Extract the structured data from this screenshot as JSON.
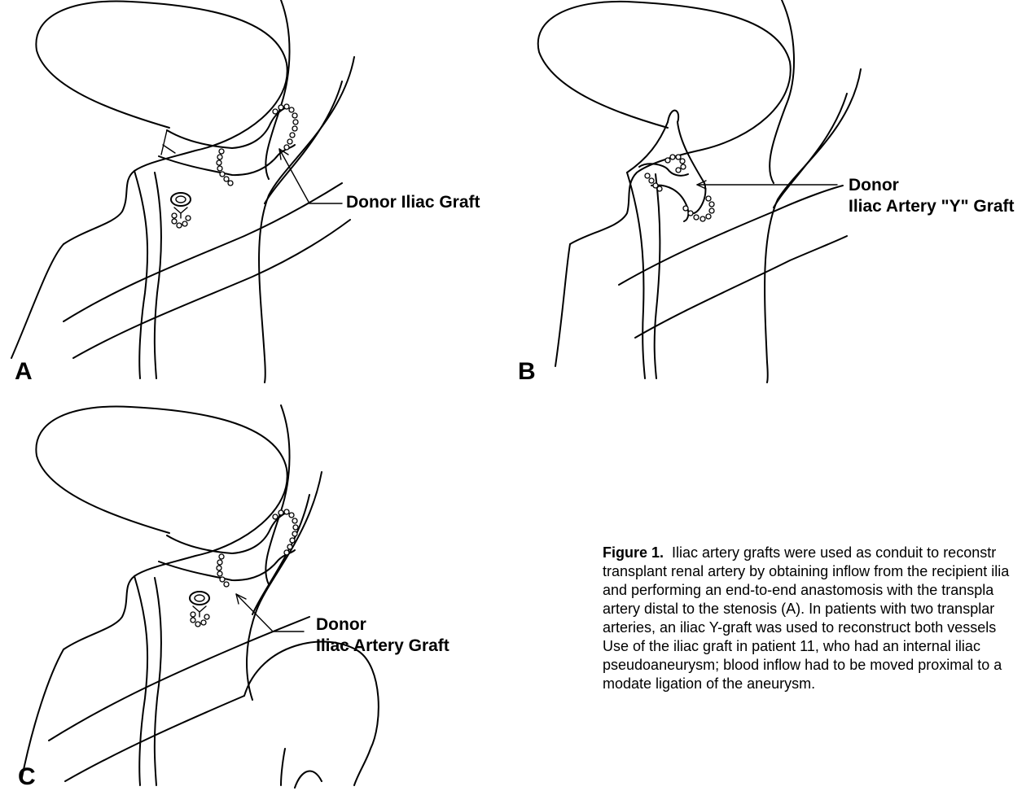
{
  "panels": {
    "a": {
      "letter": "A",
      "callout": [
        "Donor Iliac Graft"
      ]
    },
    "b": {
      "letter": "B",
      "callout": [
        "Donor",
        "Iliac Artery \"Y\" Graft"
      ]
    },
    "c": {
      "letter": "C",
      "callout": [
        "Donor",
        "Iliac Artery Graft"
      ]
    }
  },
  "caption": {
    "label": "Figure 1.",
    "lines": [
      "Iliac artery grafts were used as conduit to reconstr",
      "transplant renal artery by obtaining inflow from the recipient ilia",
      "and performing an end-to-end anastomosis with the transpla",
      "artery distal to the stenosis (A). In patients with two transplar",
      "arteries, an iliac Y-graft was used to reconstruct both vessels",
      "Use of the iliac graft in patient 11, who had an internal iliac",
      "pseudoaneurysm; blood inflow had to be moved proximal to a",
      "modate ligation of the aneurysm."
    ]
  }
}
